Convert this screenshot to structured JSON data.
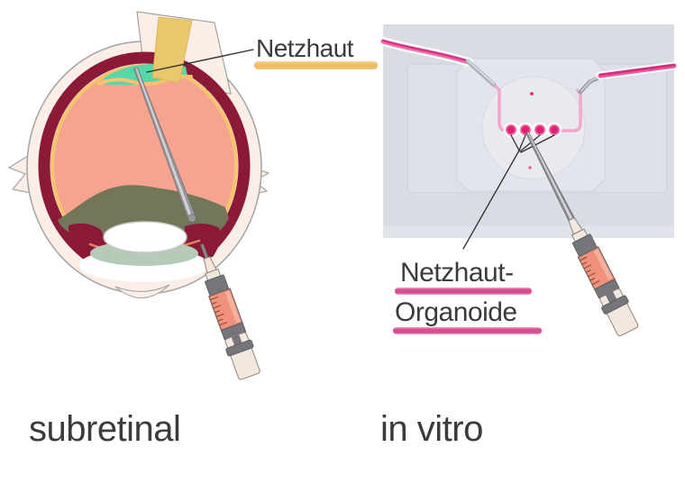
{
  "left_panel": {
    "callout_label": "Netzhaut",
    "caption": "subretinal"
  },
  "right_panel": {
    "callout_label_line1": "Netzhaut-",
    "callout_label_line2": "Organoide",
    "caption": "in vitro"
  },
  "colors": {
    "text": "#3b3b3b",
    "orange_highlight": "#f0b85a",
    "pink_highlight": "#d84b90",
    "sclera": "#faeee6",
    "choroid": "#8b1a38",
    "retina": "#f6c46f",
    "vitreous": "#f5a48f",
    "subretinal_bleb": "#57d7a7",
    "optic_nerve": "#e9c76d",
    "hemorrhage_mass": "#74765a",
    "syringe_liquid": "#f0917c",
    "syringe_body": "#f2e7dd",
    "photo_background": "#d9dce3",
    "tube_pink": "#e0408c"
  }
}
